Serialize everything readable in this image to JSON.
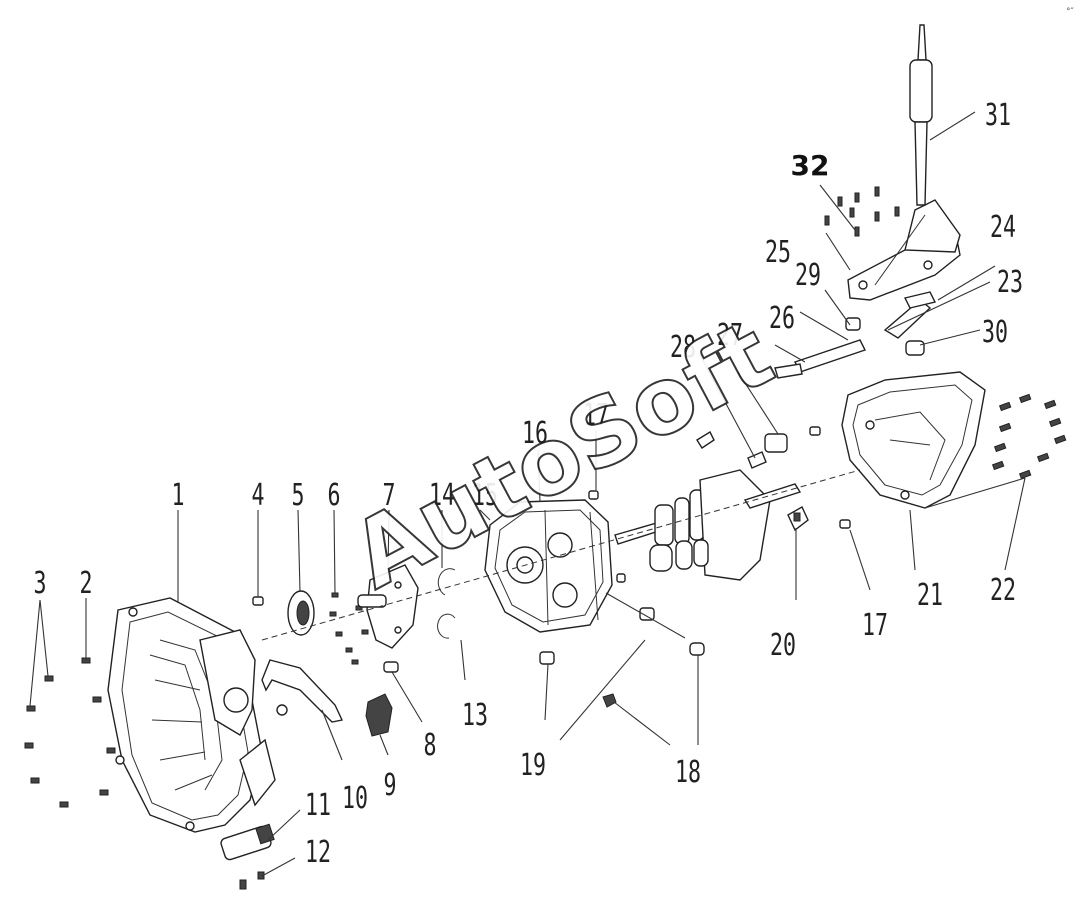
{
  "watermark": "AutoSoft",
  "corner_mark": "°″",
  "callouts": [
    {
      "id": "c1",
      "label": "1"
    },
    {
      "id": "c2",
      "label": "2"
    },
    {
      "id": "c3",
      "label": "3"
    },
    {
      "id": "c4",
      "label": "4"
    },
    {
      "id": "c5",
      "label": "5"
    },
    {
      "id": "c6",
      "label": "6"
    },
    {
      "id": "c7",
      "label": "7"
    },
    {
      "id": "c8",
      "label": "8"
    },
    {
      "id": "c9",
      "label": "9"
    },
    {
      "id": "c10",
      "label": "10"
    },
    {
      "id": "c11",
      "label": "11"
    },
    {
      "id": "c12",
      "label": "12"
    },
    {
      "id": "c13",
      "label": "13"
    },
    {
      "id": "c14",
      "label": "14"
    },
    {
      "id": "c15",
      "label": "15"
    },
    {
      "id": "c16",
      "label": "16"
    },
    {
      "id": "c17a",
      "label": "17"
    },
    {
      "id": "c17b",
      "label": "17"
    },
    {
      "id": "c18",
      "label": "18"
    },
    {
      "id": "c19",
      "label": "19"
    },
    {
      "id": "c20",
      "label": "20"
    },
    {
      "id": "c21",
      "label": "21"
    },
    {
      "id": "c22",
      "label": "22"
    },
    {
      "id": "c23",
      "label": "23"
    },
    {
      "id": "c24",
      "label": "24"
    },
    {
      "id": "c25",
      "label": "25"
    },
    {
      "id": "c26",
      "label": "26"
    },
    {
      "id": "c27",
      "label": "27"
    },
    {
      "id": "c28",
      "label": "28"
    },
    {
      "id": "c29",
      "label": "29"
    },
    {
      "id": "c30",
      "label": "30"
    },
    {
      "id": "c31",
      "label": "31"
    },
    {
      "id": "c32",
      "label": "32"
    }
  ]
}
